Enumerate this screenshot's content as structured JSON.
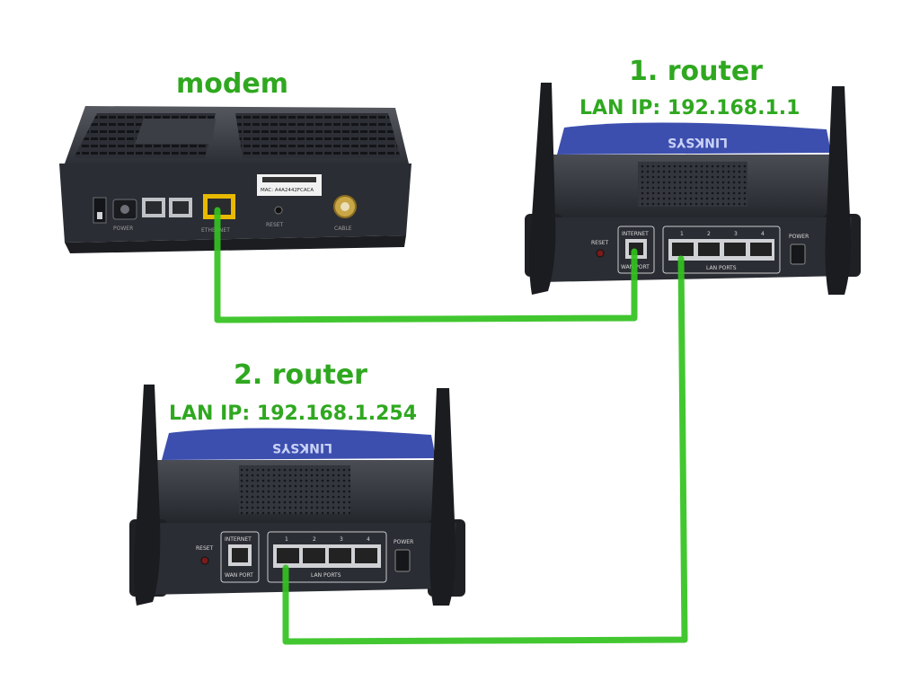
{
  "labels": {
    "modem": "modem",
    "router1_title": "1. router",
    "router1_ip": "LAN IP: 192.168.1.1",
    "router2_title": "2. router",
    "router2_ip": "LAN IP: 192.168.1.254"
  },
  "modem_panel": {
    "power_label": "POWER",
    "ethernet_label": "ETHERNET",
    "cable_label": "CABLE",
    "mac_label": "MAC: A4A2442FCACA",
    "reset_label": "RESET"
  },
  "router_panel": {
    "reset_label": "RESET",
    "internet_label": "INTERNET",
    "wan_label": "WAN PORT",
    "lan_label": "LAN PORTS",
    "power_label": "POWER",
    "port_numbers": [
      "1",
      "2",
      "3",
      "4"
    ],
    "brand": "LINKSYS"
  },
  "colors": {
    "label_green": "#2fa820",
    "cable_green": "#33c21f",
    "device_body": "#2a2d33",
    "linksys_blue": "#3d4fae"
  }
}
